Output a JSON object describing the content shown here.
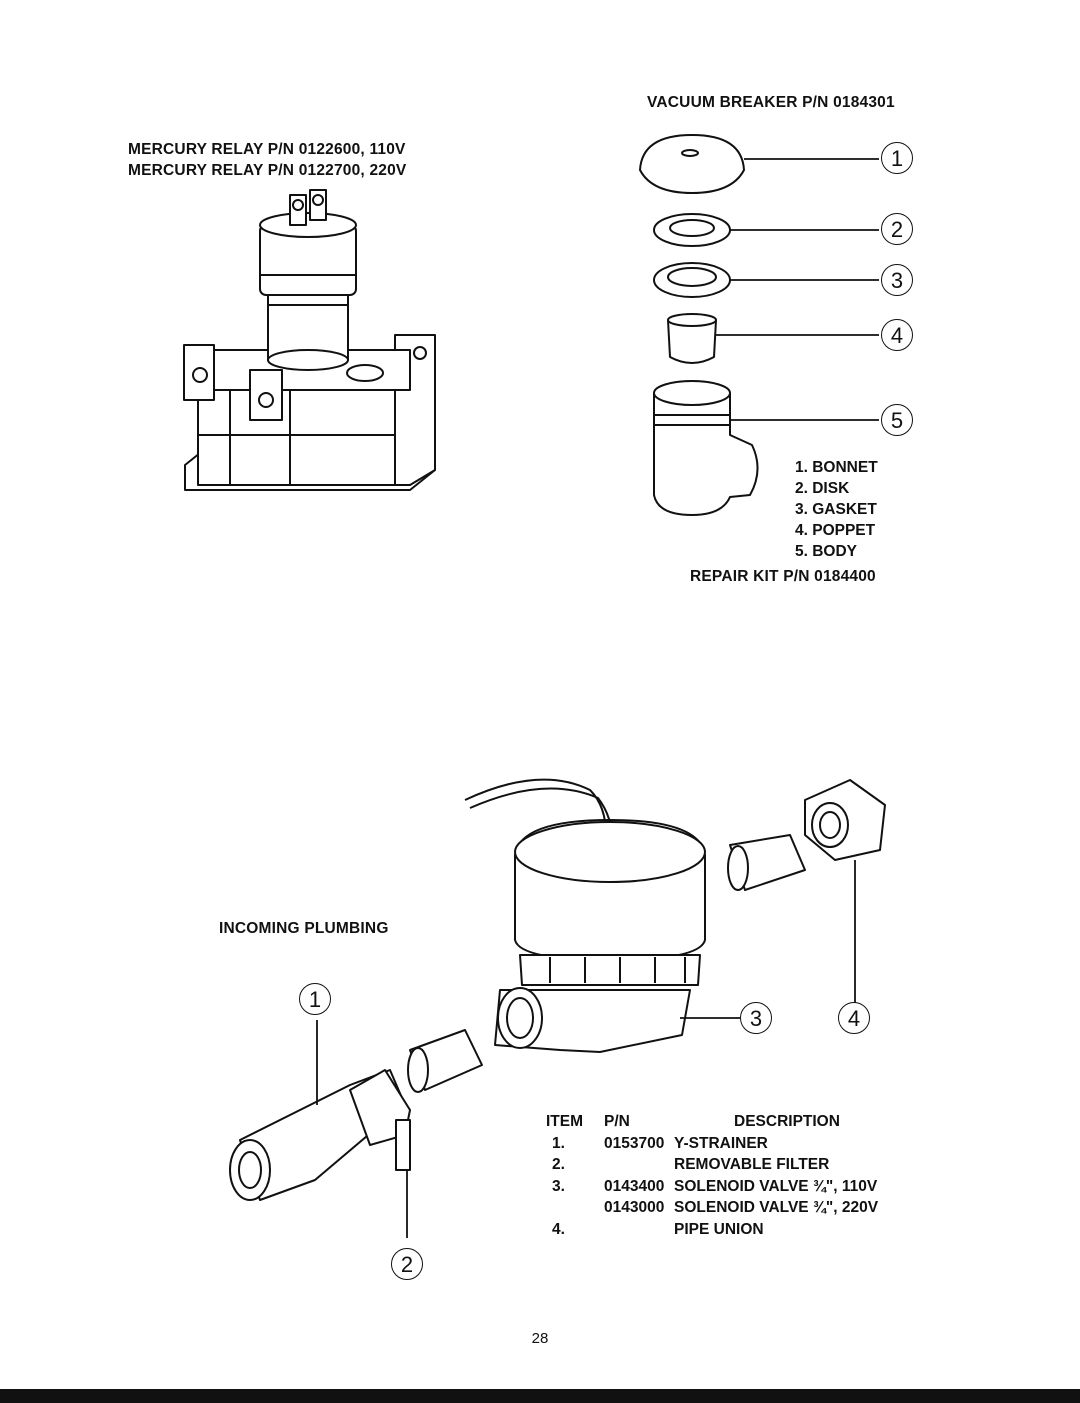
{
  "relay": {
    "title_110": "MERCURY RELAY P/N 0122600, 110V",
    "title_220": "MERCURY RELAY P/N 0122700, 220V"
  },
  "vacuum_breaker": {
    "title": "VACUUM BREAKER P/N 0184301",
    "callouts": [
      "1",
      "2",
      "3",
      "4",
      "5"
    ],
    "legend": [
      "1. BONNET",
      "2. DISK",
      "3. GASKET",
      "4. POPPET",
      "5. BODY"
    ],
    "repair_kit": "REPAIR KIT P/N 0184400"
  },
  "plumbing": {
    "title": "INCOMING PLUMBING",
    "callouts": [
      "1",
      "2",
      "3",
      "4"
    ],
    "table": {
      "headers": [
        "ITEM",
        "P/N",
        "DESCRIPTION"
      ],
      "rows": [
        [
          "1.",
          "0153700",
          "Y-STRAINER"
        ],
        [
          "2.",
          "",
          "REMOVABLE FILTER"
        ],
        [
          "3.",
          "0143400",
          "SOLENOID VALVE ¾\", 110V"
        ],
        [
          "",
          "0143000",
          "SOLENOID VALVE ¾\", 220V"
        ],
        [
          "4.",
          "",
          "PIPE UNION"
        ]
      ]
    }
  },
  "page_number": "28"
}
